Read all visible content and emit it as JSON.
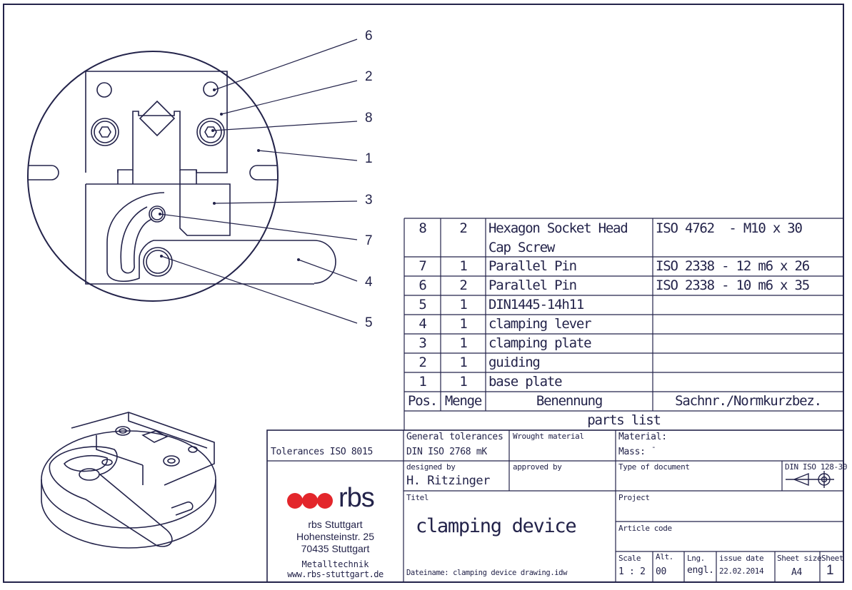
{
  "drawing": {
    "balloons": [
      "6",
      "2",
      "8",
      "1",
      "3",
      "7",
      "4",
      "5"
    ],
    "line_color": "#23234a",
    "brand_red": "#e3262b"
  },
  "parts_list": {
    "caption": "parts list",
    "headers": {
      "pos": "Pos.",
      "qty": "Menge",
      "name": "Benennung",
      "standard": "Sachnr./Normkurzbez."
    },
    "rows": [
      {
        "pos": "8",
        "qty": "2",
        "name_line1": "Hexagon Socket Head",
        "name_line2": "Cap Screw",
        "standard": "ISO 4762  - M10 x 30"
      },
      {
        "pos": "7",
        "qty": "1",
        "name": "Parallel Pin",
        "standard": "ISO 2338 - 12 m6 x 26"
      },
      {
        "pos": "6",
        "qty": "2",
        "name": "Parallel Pin",
        "standard": "ISO 2338 - 10 m6 x 35"
      },
      {
        "pos": "5",
        "qty": "1",
        "name": "DIN1445-14h11",
        "standard": ""
      },
      {
        "pos": "4",
        "qty": "1",
        "name": "clamping lever",
        "standard": ""
      },
      {
        "pos": "3",
        "qty": "1",
        "name": "clamping plate",
        "standard": ""
      },
      {
        "pos": "2",
        "qty": "1",
        "name": "guiding",
        "standard": ""
      },
      {
        "pos": "1",
        "qty": "1",
        "name": "base plate",
        "standard": ""
      }
    ]
  },
  "title_block": {
    "tolerances": "Tolerances ISO 8015",
    "general_tolerances_label": "General tolerances",
    "general_tolerances_value": "DIN ISO 2768 mK",
    "wrought_material_label": "Wrought material",
    "material_label": "Material:",
    "mass_label": "Mass:",
    "mass_value": "-",
    "designed_by_label": "designed by",
    "designed_by_value": "H. Ritzinger",
    "approved_by_label": "approved by",
    "type_of_document_label": "Type of document",
    "projection_standard": "DIN ISO 128-30",
    "titel_label": "Titel",
    "titel_value": "clamping device",
    "project_label": "Project",
    "article_code_label": "Article code",
    "filename": "Dateiname: clamping device drawing.idw",
    "scale_label": "Scale",
    "scale_value": "1 : 2",
    "alt_label": "Alt.",
    "alt_value": "00",
    "lng_label": "Lng.",
    "lng_value": "engl.",
    "issue_date_label": "issue date",
    "issue_date_value": "22.02.2014",
    "sheet_size_label": "Sheet size",
    "sheet_size_value": "A4",
    "sheet_label": "Sheet",
    "sheet_value": "1"
  },
  "company": {
    "logo_text": "rbs",
    "name": "rbs Stuttgart",
    "street": "Hohensteinstr. 25",
    "city": "70435 Stuttgart",
    "division": "Metalltechnik",
    "website": "www.rbs-stuttgart.de"
  }
}
